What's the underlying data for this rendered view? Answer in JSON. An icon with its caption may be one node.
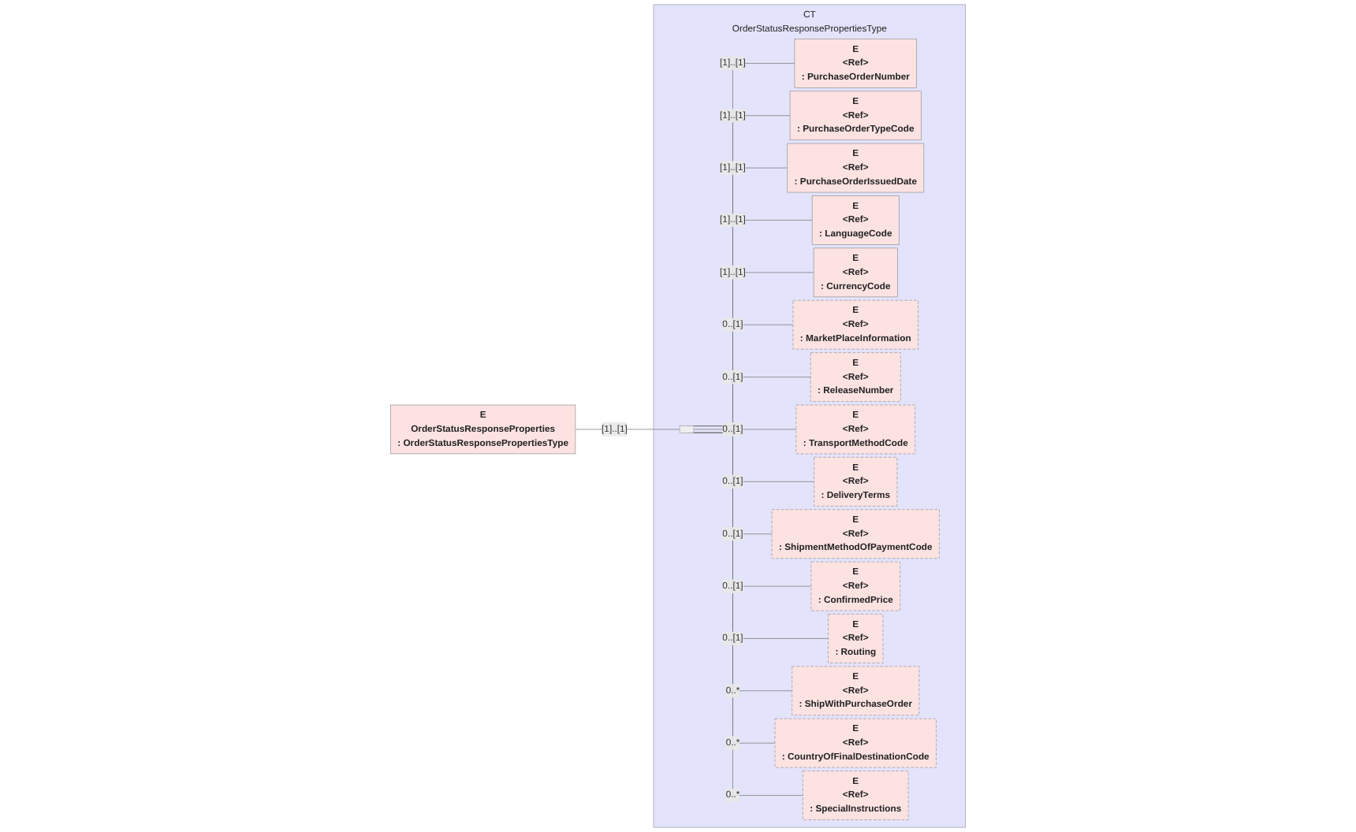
{
  "diagram": {
    "nodes": [
      {
        "text": [
          "E",
          "OrderStatusResponseProperties",
          ": OrderStatusResponsePropertiesType"
        ]
      },
      {
        "text": [
          "CT",
          "OrderStatusResponsePropertiesType"
        ]
      },
      {
        "text": [],
        "shape": "bar",
        "in": 1
      },
      {
        "text": [
          "E",
          "<Ref>",
          ": PurchaseOrderNumber"
        ],
        "in": 1
      },
      {
        "text": [
          "E",
          "<Ref>",
          ": PurchaseOrderTypeCode"
        ],
        "in": 1
      },
      {
        "text": [
          "E",
          "<Ref>",
          ": PurchaseOrderIssuedDate"
        ],
        "in": 1
      },
      {
        "text": [
          "E",
          "<Ref>",
          ": LanguageCode"
        ],
        "in": 1
      },
      {
        "text": [
          "E",
          "<Ref>",
          ": CurrencyCode"
        ],
        "in": 1
      },
      {
        "text": [
          "E",
          "<Ref>",
          ": MarketPlaceInformation"
        ],
        "in": 1
      },
      {
        "text": [
          "E",
          "<Ref>",
          ": ReleaseNumber"
        ],
        "in": 1
      },
      {
        "text": [
          "E",
          "<Ref>",
          ": TransportMethodCode"
        ],
        "in": 1
      },
      {
        "text": [
          "E",
          "<Ref>",
          ": DeliveryTerms"
        ],
        "in": 1
      },
      {
        "text": [
          "E",
          "<Ref>",
          ": ShipmentMethodOfPaymentCode"
        ],
        "in": 1
      },
      {
        "text": [
          "E",
          "<Ref>",
          ": ConfirmedPrice"
        ],
        "in": 1
      },
      {
        "text": [
          "E",
          "<Ref>",
          ": Routing"
        ],
        "in": 1
      },
      {
        "text": [
          "E",
          "<Ref>",
          ": ShipWithPurchaseOrder"
        ],
        "in": 1
      },
      {
        "text": [
          "E",
          "<Ref>",
          ": CountryOfFinalDestinationCode"
        ],
        "in": 1
      },
      {
        "text": [
          "E",
          "<Ref>",
          ": SpecialInstructions"
        ],
        "in": 1
      }
    ],
    "edges": [
      {
        "from": 0,
        "to": 2,
        "arrow": "none",
        "label": "[1]..[1]"
      },
      {
        "from": 2,
        "to": 3,
        "arrow": "none",
        "label": "[1]..[1]"
      },
      {
        "from": 2,
        "to": 4,
        "arrow": "none",
        "label": "[1]..[1]"
      },
      {
        "from": 2,
        "to": 5,
        "arrow": "none",
        "label": "[1]..[1]"
      },
      {
        "from": 2,
        "to": 6,
        "arrow": "none",
        "label": "[1]..[1]"
      },
      {
        "from": 2,
        "to": 7,
        "arrow": "none",
        "label": "[1]..[1]"
      },
      {
        "from": 2,
        "to": 8,
        "arrow": "none",
        "label": "0..[1]"
      },
      {
        "from": 2,
        "to": 9,
        "arrow": "none",
        "label": "0..[1]"
      },
      {
        "from": 2,
        "to": 10,
        "arrow": "none",
        "label": "0..[1]"
      },
      {
        "from": 2,
        "to": 11,
        "arrow": "none",
        "label": "0..[1]"
      },
      {
        "from": 2,
        "to": 12,
        "arrow": "none",
        "label": "0..[1]"
      },
      {
        "from": 2,
        "to": 13,
        "arrow": "none",
        "label": "0..[1]"
      },
      {
        "from": 2,
        "to": 14,
        "arrow": "none",
        "label": "0..[1]"
      },
      {
        "from": 2,
        "to": 15,
        "arrow": "none",
        "label": "0..*"
      },
      {
        "from": 2,
        "to": 16,
        "arrow": "none",
        "label": "0..*"
      },
      {
        "from": 2,
        "to": 17,
        "arrow": "none",
        "label": "0..*"
      }
    ]
  }
}
